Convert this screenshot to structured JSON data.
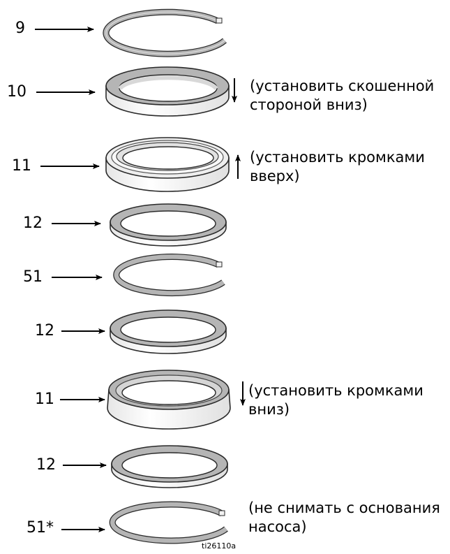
{
  "callouts": [
    {
      "label": "9"
    },
    {
      "label": "10"
    },
    {
      "label": "11"
    },
    {
      "label": "12"
    },
    {
      "label": "51"
    },
    {
      "label": "12"
    },
    {
      "label": "11"
    },
    {
      "label": "12"
    },
    {
      "label": "51*"
    }
  ],
  "notes": {
    "part10": {
      "line1": "(установить скошенной",
      "line2": "стороной вниз)"
    },
    "part11_top": {
      "line1": "(установить кромками",
      "line2": "вверх)"
    },
    "part11_bottom": {
      "line1": "(установить кромками",
      "line2": "вниз)"
    },
    "part51_bottom": {
      "line1": "(не снимать с основания",
      "line2": "насоса)"
    }
  },
  "figure_id": "ti26110a",
  "colors": {
    "ring_top": "#b5b5b5",
    "ring_side": "#f2f2f2",
    "outline": "#2a2a2a"
  }
}
